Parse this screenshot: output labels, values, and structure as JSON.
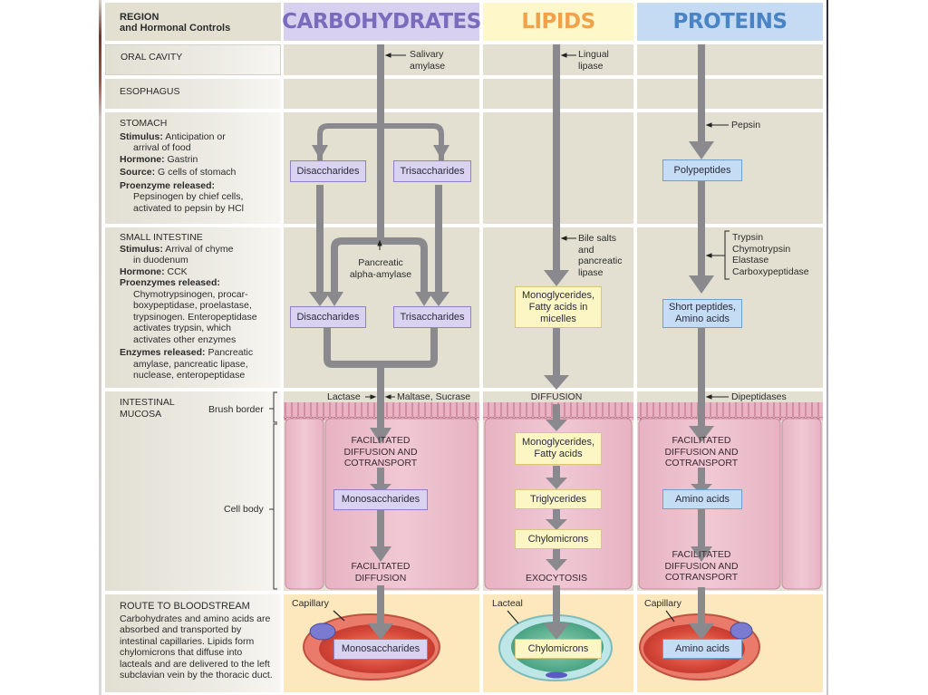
{
  "header": {
    "region_title_line1": "REGION",
    "region_title_line2": "and Hormonal Controls",
    "columns": [
      {
        "name": "CARBOHYDRATES",
        "color": "#7a6bbd",
        "bg": "#d8d0ef"
      },
      {
        "name": "LIPIDS",
        "color": "#f0a24a",
        "bg": "#fdf7c9"
      },
      {
        "name": "PROTEINS",
        "color": "#4a84c4",
        "bg": "#c5dbf3"
      }
    ]
  },
  "regions": {
    "oral_cavity": "ORAL CAVITY",
    "esophagus": "ESOPHAGUS",
    "stomach": {
      "title": "STOMACH",
      "stimulus_label": "Stimulus:",
      "stimulus_1": "Anticipation or",
      "stimulus_2": "arrival of food",
      "hormone_label": "Hormone:",
      "hormone": "Gastrin",
      "source_label": "Source:",
      "source": "G cells of stomach",
      "proenzyme_label": "Proenzyme released:",
      "proenzyme_1": "Pepsinogen by chief cells,",
      "proenzyme_2": "activated to pepsin by HCl"
    },
    "small_intestine": {
      "title": "SMALL INTESTINE",
      "stimulus_label": "Stimulus:",
      "stimulus_1": "Arrival of chyme",
      "stimulus_2": "in duodenum",
      "hormone_label": "Hormone:",
      "hormone": "CCK",
      "proenzymes_label": "Proenzymes released:",
      "proenzymes_lines": [
        "Chymotrypsinogen, procar-",
        "boxypeptidase, proelastase,",
        "trypsinogen. Enteropeptidase",
        "activates trypsin, which",
        "activates other enzymes"
      ],
      "enzymes_label": "Enzymes released:",
      "enzymes_1": "Pancreatic",
      "enzymes_2": "amylase, pancreatic lipase,",
      "enzymes_3": "nuclease, enteropeptidase"
    },
    "intestinal_mucosa": {
      "title_1": "INTESTINAL",
      "title_2": "MUCOSA",
      "brush_border": "Brush border",
      "cell_body": "Cell body"
    },
    "route": {
      "title": "ROUTE TO BLOODSTREAM",
      "lines": [
        "Carbohydrates and amino acids are",
        "absorbed and transported by",
        "intestinal capillaries. Lipids form",
        "chylomicrons that diffuse into",
        "lacteals and are delivered to the left",
        "subclavian vein by the thoracic duct."
      ]
    }
  },
  "carbohydrates": {
    "salivary_1": "Salivary",
    "salivary_2": "amylase",
    "stomach_boxes": [
      "Disaccharides",
      "Trisaccharides"
    ],
    "pancreatic_1": "Pancreatic",
    "pancreatic_2": "alpha-amylase",
    "si_boxes": [
      "Disaccharides",
      "Trisaccharides"
    ],
    "lactase": "Lactase",
    "maltase": "Maltase, Sucrase",
    "fd_1": "FACILITATED",
    "fd_2": "DIFFUSION AND",
    "fd_3": "COTRANSPORT",
    "mono": "Monosaccharides",
    "fd2_1": "FACILITATED",
    "fd2_2": "DIFFUSION",
    "capillary": "Capillary",
    "blood_box": "Monosaccharides"
  },
  "lipids": {
    "lingual_1": "Lingual",
    "lingual_2": "lipase",
    "bile_1": "Bile salts",
    "bile_2": "and",
    "bile_3": "pancreatic",
    "bile_4": "lipase",
    "micelles_1": "Monoglycerides,",
    "micelles_2": "Fatty acids in",
    "micelles_3": "micelles",
    "diffusion": "DIFFUSION",
    "mono_1": "Monoglycerides,",
    "mono_2": "Fatty acids",
    "trig": "Triglycerides",
    "chylo": "Chylomicrons",
    "exo": "EXOCYTOSIS",
    "lacteal": "Lacteal",
    "lymph_box": "Chylomicrons"
  },
  "proteins": {
    "pepsin": "Pepsin",
    "poly": "Polypeptides",
    "enzymes": [
      "Trypsin",
      "Chymotrypsin",
      "Elastase",
      "Carboxypeptidase"
    ],
    "short_1": "Short peptides,",
    "short_2": "Amino acids",
    "dipep": "Dipeptidases",
    "fd_1": "FACILITATED",
    "fd_2": "DIFFUSION AND",
    "fd_3": "COTRANSPORT",
    "amino": "Amino acids",
    "fd2_1": "FACILITATED",
    "fd2_2": "DIFFUSION AND",
    "fd2_3": "COTRANSPORT",
    "capillary": "Capillary",
    "blood_box": "Amino acids"
  }
}
